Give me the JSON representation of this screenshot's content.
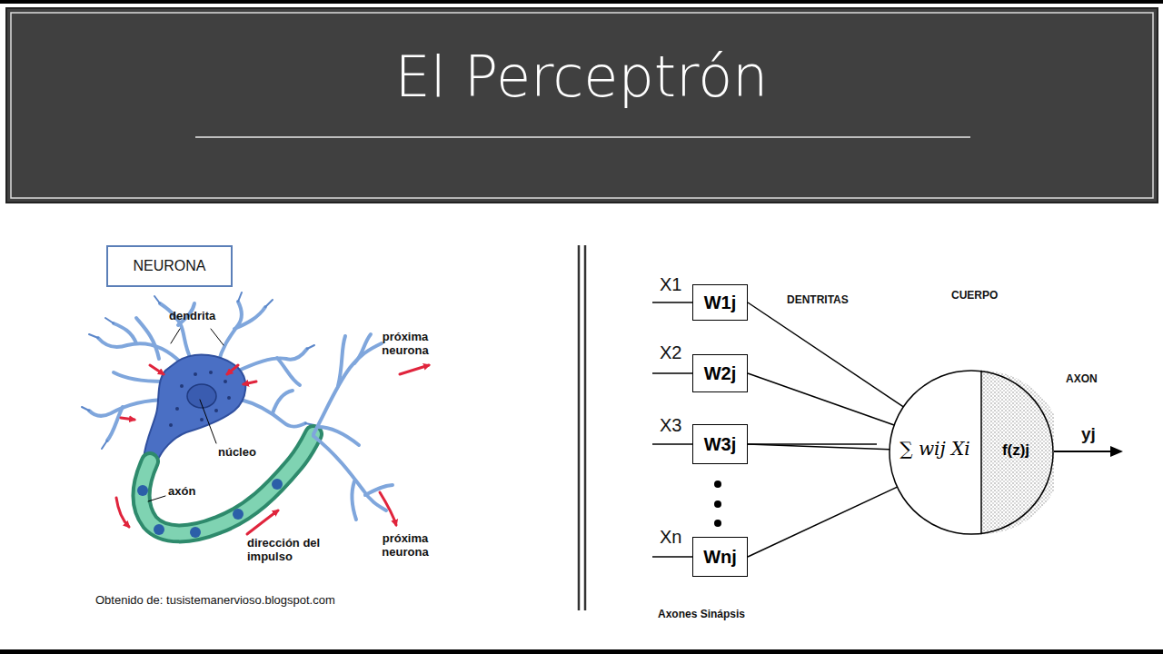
{
  "diagram": {
    "title": "El Perceptrón",
    "nodes": [
      {
        "text": [
          "NEURONA"
        ]
      },
      {
        "text": [
          "W1j"
        ]
      },
      {
        "text": [
          "W2j"
        ]
      },
      {
        "text": [
          "W3j"
        ]
      },
      {
        "text": [
          "Wnj"
        ]
      },
      {
        "text": [
          "∑ wij Xi",
          "f(z)j"
        ]
      }
    ],
    "edges": [
      {
        "from": 1,
        "to": 5,
        "arrow": "none"
      },
      {
        "from": 2,
        "to": 5,
        "arrow": "none"
      },
      {
        "from": 3,
        "to": 5,
        "arrow": "none"
      },
      {
        "from": 4,
        "to": 5,
        "arrow": "none"
      }
    ],
    "labels": [
      "dendrita",
      "núcleo",
      "axón",
      "próxima neurona",
      "próxima neurona",
      "dirección del impulso",
      "Obtenido de: tusistemanervioso.blogspot.com",
      "X1",
      "X2",
      "X3",
      "Xn",
      "DENTRITAS",
      "CUERPO",
      "AXON",
      "yj",
      "Axones Sinápsis"
    ]
  }
}
